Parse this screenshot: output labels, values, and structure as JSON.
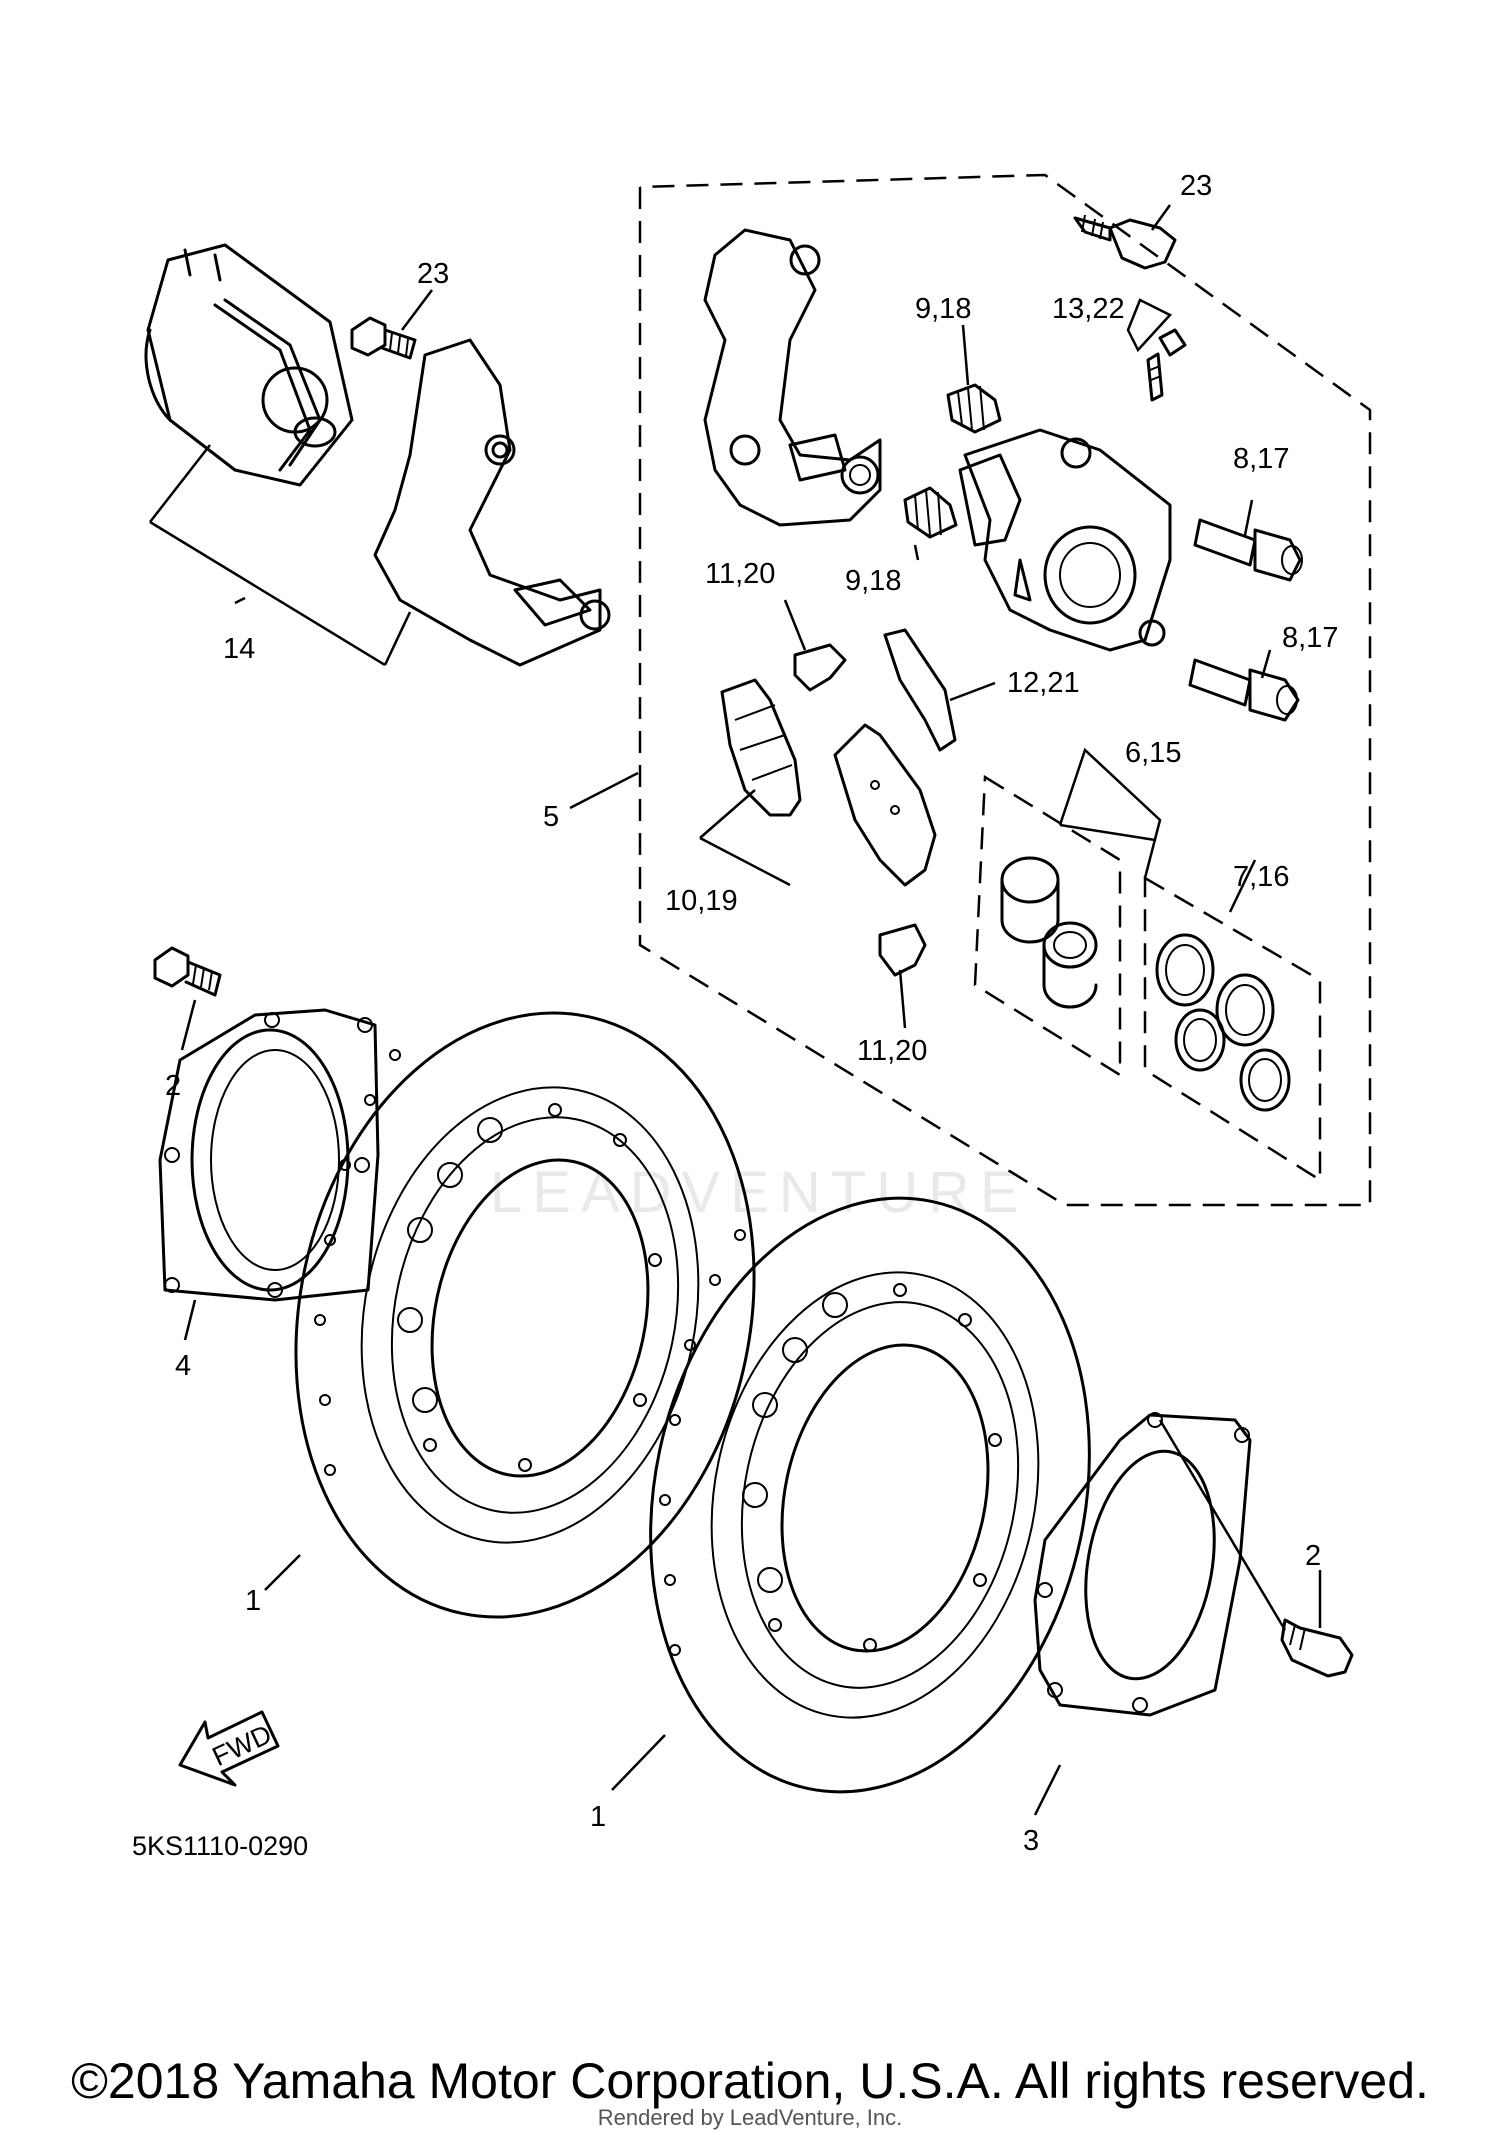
{
  "callouts": {
    "c23_right": "23",
    "c23_left": "23",
    "c9_18_top": "9,18",
    "c13_22": "13,22",
    "c8_17_top": "8,17",
    "c9_18_mid": "9,18",
    "c11_20_top": "11,20",
    "c12_21": "12,21",
    "c8_17_bot": "8,17",
    "c14": "14",
    "c5": "5",
    "c6_15": "6,15",
    "c7_16": "7,16",
    "c10_19": "10,19",
    "c11_20_bot": "11,20",
    "c2_left": "2",
    "c4": "4",
    "c1_left": "1",
    "c1_mid": "1",
    "c2_right": "2",
    "c3": "3"
  },
  "fwd_label": "FWD",
  "diagram_code": "5KS1110-0290",
  "watermark": "LEADVENTURE",
  "copyright": "©2018 Yamaha Motor Corporation, U.S.A. All rights reserved.",
  "rendered_by": "Rendered by LeadVenture, Inc."
}
